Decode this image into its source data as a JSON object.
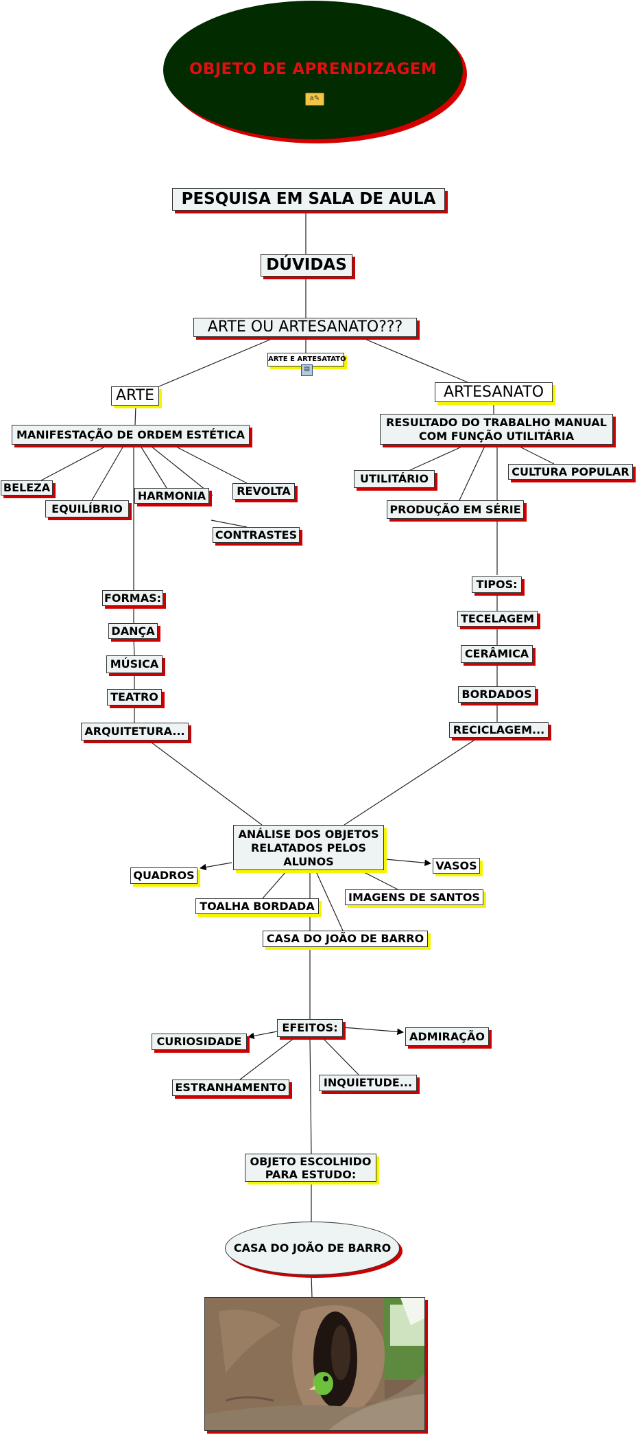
{
  "title": {
    "text": "OBJETO DE APRENDIZAGEM",
    "icon": "resource-icon"
  },
  "nodes": {
    "pesquisa": "PESQUISA EM SALA DE AULA",
    "duvidas": "DÚVIDAS",
    "arte_ou": "ARTE OU ARTESANATO???",
    "arte_e_artesatato": "ARTE E ARTESATATO",
    "arte": "ARTE",
    "artesanato": "ARTESANATO",
    "manifestacao": "MANIFESTAÇÃO DE ORDEM ESTÉTICA",
    "beleza": "BELEZA",
    "equilibrio": "EQUILÍBRIO",
    "harmonia": "HARMONIA",
    "revolta": "REVOLTA",
    "contrastes": "CONTRASTES",
    "resultado_l1": "RESULTADO DO TRABALHO MANUAL",
    "resultado_l2": "COM FUNÇÃO UTILITÁRIA",
    "utilitario": "UTILITÁRIO",
    "cultura_popular": "CULTURA POPULAR",
    "producao": "PRODUÇÃO EM SÉRIE",
    "formas": "FORMAS:",
    "danca": "DANÇA",
    "musica": "MÚSICA",
    "teatro": "TEATRO",
    "arquitetura": "ARQUITETURA...",
    "tipos": "TIPOS:",
    "tecelagem": "TECELAGEM",
    "ceramica": "CERÂMICA",
    "bordados": "BORDADOS",
    "reciclagem": "RECICLAGEM...",
    "analise_l1": "ANÁLISE DOS OBJETOS",
    "analise_l2": "RELATADOS PELOS",
    "analise_l3": "ALUNOS",
    "quadros": "QUADROS",
    "vasos": "VASOS",
    "imagens_santos": "IMAGENS DE SANTOS",
    "toalha": "TOALHA BORDADA",
    "casa1": "CASA DO JOÃO DE BARRO",
    "efeitos": "EFEITOS:",
    "curiosidade": "CURIOSIDADE",
    "admiracao": "ADMIRAÇÃO",
    "estranhamento": "ESTRANHAMENTO",
    "inquietude": "INQUIETUDE...",
    "objeto_l1": "OBJETO ESCOLHIDO",
    "objeto_l2": "PARA ESTUDO:",
    "casa_final": "CASA DO JOÃO DE BARRO"
  },
  "colors": {
    "title_bg": "#022b00",
    "title_text": "#e01010",
    "shadow_red": "#cc0000",
    "shadow_yellow": "#f5f500",
    "node_bg": "#eef3f3"
  }
}
